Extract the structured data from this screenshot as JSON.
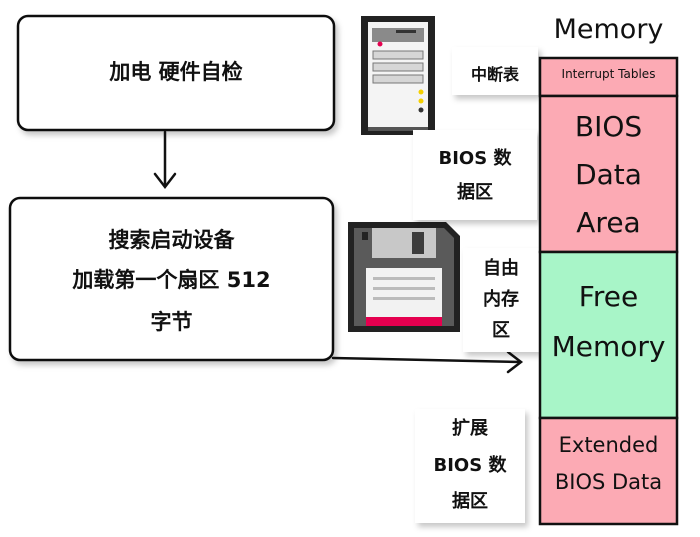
{
  "boot_step_1": "加电 硬件自检",
  "boot_step_2_line1": "搜索启动设备",
  "boot_step_2_line2": "加载第一个扇区 512",
  "boot_step_2_line3": "字节",
  "memory_title": "Memory",
  "memory_segments": {
    "interrupt_tables": "Interrupt Tables",
    "bios_data_area_line1": "BIOS",
    "bios_data_area_line2": "Data",
    "bios_data_area_line3": "Area",
    "free_memory_line1": "Free",
    "free_memory_line2": "Memory",
    "extended_bios_line1": "Extended",
    "extended_bios_line2": "BIOS Data"
  },
  "labels": {
    "interrupt_table_cn": "中断表",
    "bios_data_cn_line1": "BIOS 数",
    "bios_data_cn_line2": "据区",
    "free_memory_cn_line1": "自由",
    "free_memory_cn_line2": "内存",
    "free_memory_cn_line3": "区",
    "extended_bios_cn_line1": "扩展",
    "extended_bios_cn_line2": "BIOS 数",
    "extended_bios_cn_line3": "据区"
  },
  "colors": {
    "bios_pink": "#fcaab4",
    "free_green": "#a8f5c8",
    "floppy_dark": "#3c3c3c",
    "floppy_red": "#e5004f"
  }
}
